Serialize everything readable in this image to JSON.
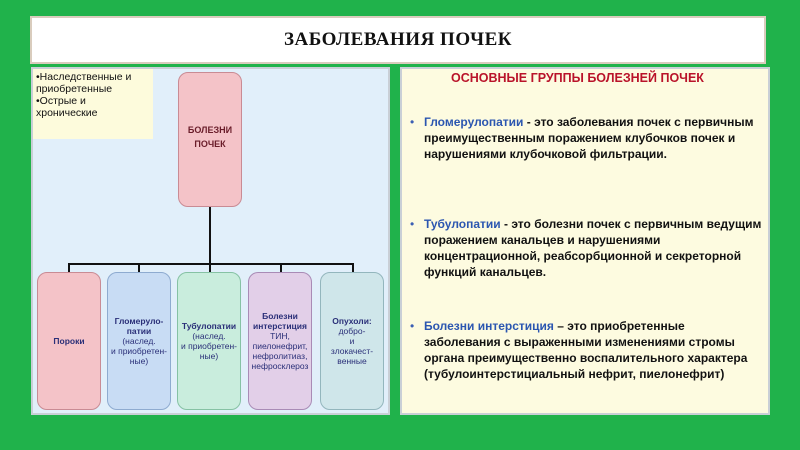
{
  "title": "ЗАБОЛЕВАНИЯ ПОЧЕК",
  "notes": [
    "•Наследственные и",
    "приобретенные",
    "•Острые и",
    "хронические"
  ],
  "diagram": {
    "root": "БОЛЕЗНИ\nПОЧЕК",
    "children": [
      {
        "heading": "Пороки",
        "text": ""
      },
      {
        "heading": "Гломеруло-\nпатии",
        "text": "(наслед.\nи приобретен-\nные)"
      },
      {
        "heading": "Тубулопатии",
        "text": "(наслед.\nи приобретен-\nные)"
      },
      {
        "heading": "Болезни\nинтерстиция",
        "text": "ТИН,\nпиелонефрит,\nнефролитиаз,\nнефросклероз"
      },
      {
        "heading": "Опухоли:",
        "text": "добро-\nи\nзлокачест-\nвенные"
      }
    ]
  },
  "groups": {
    "heading": "ОСНОВНЫЕ ГРУППЫ БОЛЕЗНЕЙ ПОЧЕК",
    "items": [
      {
        "term": "Гломерулопатии",
        "text": " - это заболевания почек с первичным  преимущественным поражением клубочков почек и нарушениями клубочковой фильтрации."
      },
      {
        "term": "Тубулопатии",
        "text": " - это болезни почек с первичным ведущим поражением канальцев и нарушениями концентрационной, реабсорбционной и секреторной функций канальцев."
      },
      {
        "term": "Болезни интерстиция",
        "text": " – это приобретенные заболевания  с выраженными изменениями стромы органа преимущественно воспалительного характера (тубулоинтерстициальный нефрит, пиелонефрит)"
      }
    ]
  },
  "colors": {
    "background": "#20b24b",
    "heading_red": "#b9132a",
    "term_blue": "#2b56b0"
  }
}
